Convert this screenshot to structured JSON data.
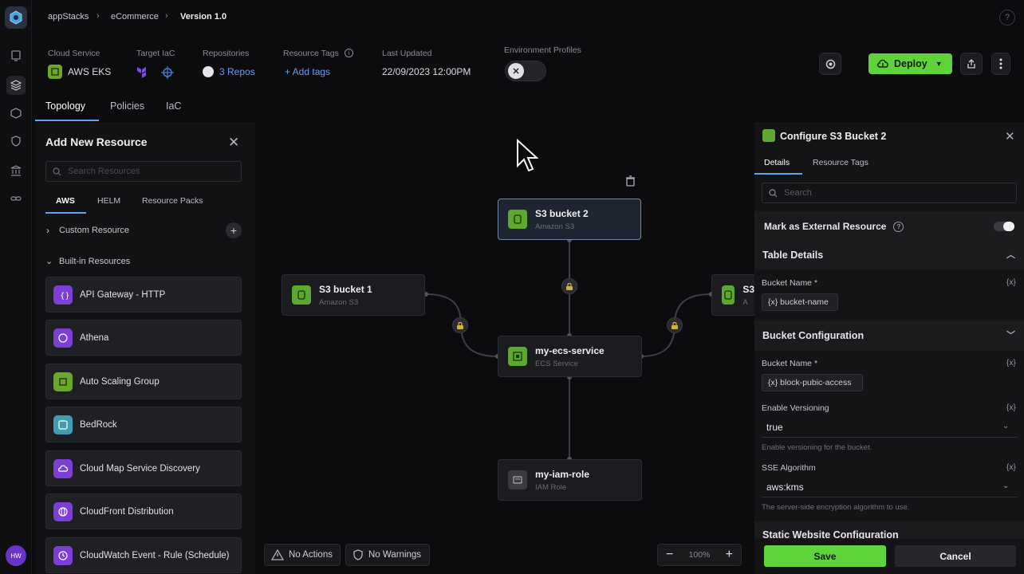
{
  "breadcrumb": [
    "appStacks",
    "eCommerce",
    "Version 1.0"
  ],
  "meta": {
    "cloud_service_label": "Cloud Service",
    "cloud_service_value": "AWS EKS",
    "target_iac_label": "Target IaC",
    "repositories_label": "Repositories",
    "repositories_value": "3 Repos",
    "resource_tags_label": "Resource Tags",
    "resource_tags_value": "+ Add tags",
    "last_updated_label": "Last Updated",
    "last_updated_value": "22/09/2023 12:00PM",
    "env_profiles_label": "Environment Profiles"
  },
  "toolbar": {
    "deploy_label": "Deploy"
  },
  "tabs": [
    "Topology",
    "Policies",
    "IaC"
  ],
  "left_panel": {
    "title": "Add New Resource",
    "search_placeholder": "Search Resources",
    "subtabs": [
      "AWS",
      "HELM",
      "Resource Packs"
    ],
    "custom_label": "Custom Resource",
    "builtin_label": "Built-in Resources",
    "items": [
      {
        "label": "API Gateway - HTTP",
        "color": "#7b3fd6"
      },
      {
        "label": "Athena",
        "color": "#7b3fd6"
      },
      {
        "label": "Auto Scaling Group",
        "color": "#6aa82a"
      },
      {
        "label": "BedRock",
        "color": "#3f9fae"
      },
      {
        "label": "Cloud Map Service Discovery",
        "color": "#7b3fd6"
      },
      {
        "label": "CloudFront Distribution",
        "color": "#7b3fd6"
      },
      {
        "label": "CloudWatch Event - Rule (Schedule)",
        "color": "#7b3fd6"
      }
    ]
  },
  "canvas": {
    "nodes": {
      "s3_2": {
        "title": "S3 bucket 2",
        "sub": "Amazon S3"
      },
      "s3_1": {
        "title": "S3 bucket 1",
        "sub": "Amazon S3"
      },
      "s3_3": {
        "title": "S3",
        "sub": "A"
      },
      "ecs": {
        "title": "my-ecs-service",
        "sub": "ECS Service"
      },
      "iam": {
        "title": "my-iam-role",
        "sub": "IAM Role"
      }
    },
    "no_actions": "No Actions",
    "no_warnings": "No Warnings",
    "zoom": "100%"
  },
  "right_panel": {
    "title": "Configure S3 Bucket 2",
    "tabs": [
      "Details",
      "Resource Tags"
    ],
    "search_placeholder": "Search",
    "external_label": "Mark as External Resource",
    "table_details": "Table Details",
    "bucket_name_label": "Bucket Name *",
    "bucket_name_chip": "{x} bucket-name",
    "bucket_config": "Bucket Configuration",
    "bucket_name_label2": "Bucket Name *",
    "bucket_name_chip2": "{x} block-pubic-access",
    "versioning_label": "Enable Versioning",
    "versioning_value": "true",
    "versioning_hint": "Enable versioning for the bucket.",
    "sse_label": "SSE Algorithm",
    "sse_value": "aws:kms",
    "sse_hint": "The server-side encryption algorithm to use.",
    "static_site": "Static Website Configuration",
    "fx": "{x}",
    "save": "Save",
    "cancel": "Cancel"
  },
  "user": {
    "initials": "HW"
  },
  "colors": {
    "accent_green": "#5fd43a",
    "link_blue": "#6e9bf2",
    "selected_border": "#6f86a8"
  }
}
